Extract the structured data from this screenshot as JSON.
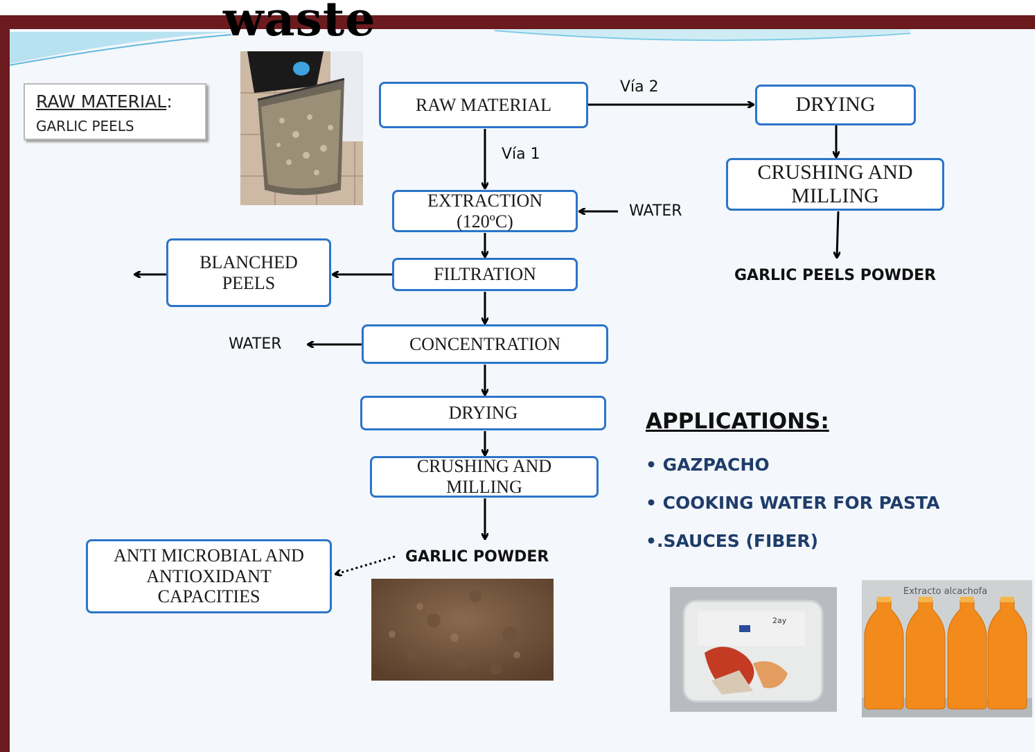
{
  "heading": "waste",
  "raw_material_box": {
    "title": "RAW MATERIAL",
    "colon": ":",
    "subtitle": "GARLIC PEELS"
  },
  "flow": {
    "raw_material": "RAW MATERIAL",
    "via1": "Vía 1",
    "via2": "Vía 2",
    "extraction": "EXTRACTION\n(120ºC)",
    "water_in": "WATER",
    "filtration": "FILTRATION",
    "blanched_peels": "BLANCHED\nPEELS",
    "concentration": "CONCENTRATION",
    "water_out": "WATER",
    "drying_1": "DRYING",
    "crushing_1": "CRUSHING AND\nMILLING",
    "garlic_powder": "GARLIC POWDER",
    "anti": "ANTI MICROBIAL AND\nANTIOXIDANT\nCAPACITIES",
    "drying_2": "DRYING",
    "crushing_2": "CRUSHING AND\nMILLING",
    "garlic_peels_powder": "GARLIC PEELS POWDER"
  },
  "applications": {
    "title": "APPLICATIONS:",
    "items": [
      "• GAZPACHO",
      "• COOKING WATER FOR PASTA",
      "•.SAUCES (FIBER)"
    ]
  },
  "bottle_label": "Extracto alcachofa",
  "container_label": "2ay",
  "colors": {
    "frame": "#6b1a1e",
    "box_border": "#2b74c9",
    "app_text": "#1f3d6b"
  }
}
